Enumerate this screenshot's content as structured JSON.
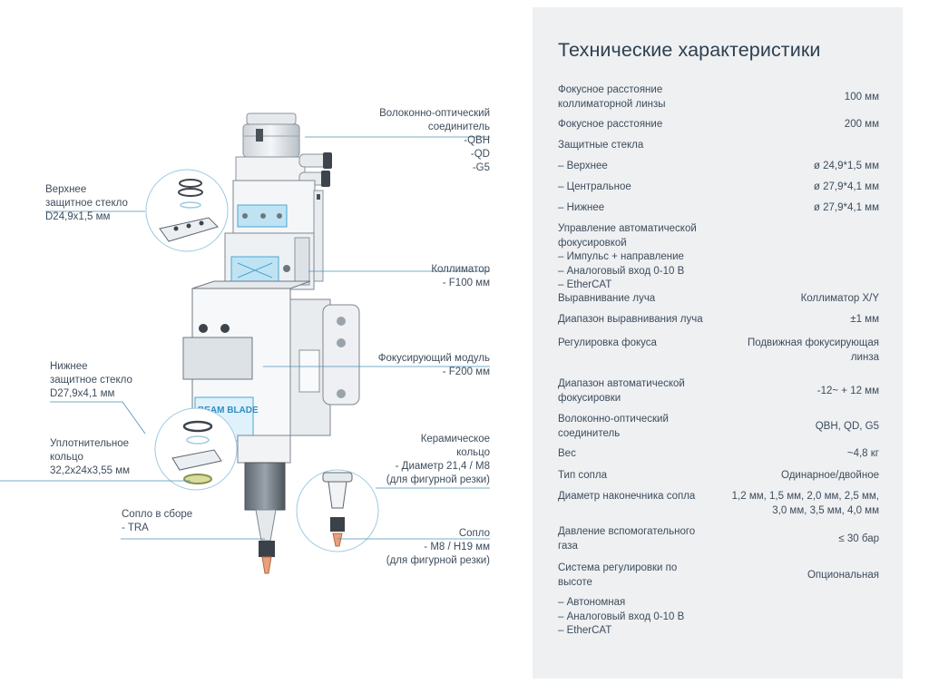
{
  "callouts": {
    "fiber_connector": [
      "Волоконно-оптический",
      "соединитель",
      "-QBH",
      "-QD",
      "-G5"
    ],
    "upper_glass": [
      "Верхнее",
      "защитное стекло",
      "D24,9x1,5 мм"
    ],
    "collimator": [
      "Коллиматор",
      "- F100 мм"
    ],
    "lower_glass": [
      "Нижнее",
      "защитное стекло",
      "D27,9x4,1 мм"
    ],
    "focus_module": [
      "Фокусирующий модуль",
      "- F200 мм"
    ],
    "seal_ring": [
      "Уплотнительное",
      "кольцо",
      "32,2x24x3,55 мм"
    ],
    "ceramic_ring": [
      "Керамическое",
      "кольцо",
      "- Диаметр 21,4 / M8",
      "(для фигурной резки)"
    ],
    "nozzle_assembly": [
      "Сопло в сборе",
      "- TRA"
    ],
    "nozzle": [
      "Сопло",
      "- M8 / H19 мм",
      "(для фигурной резки)"
    ]
  },
  "head_brand": "BEAM BLADE",
  "specs": {
    "title": "Технические характеристики",
    "rows": [
      {
        "name": [
          "Фокусное расстояние",
          "коллиматорной линзы"
        ],
        "value": [
          "100 мм"
        ]
      },
      {
        "name": [
          "Фокусное расстояние"
        ],
        "value": [
          "200 мм"
        ]
      },
      {
        "name": [
          "Защитные стекла"
        ],
        "value": []
      },
      {
        "name": [
          "– Верхнее"
        ],
        "value": [
          "ø 24,9*1,5 мм"
        ]
      },
      {
        "name": [
          "– Центральное"
        ],
        "value": [
          "ø 27,9*4,1 мм"
        ]
      },
      {
        "name": [
          "– Нижнее"
        ],
        "value": [
          "ø 27,9*4,1 мм"
        ]
      },
      {
        "name": [
          "Управление автоматической",
          "фокусировкой",
          "– Импульс + направление",
          "– Аналоговый вход 0-10 В",
          "– EtherCAT"
        ],
        "value": []
      },
      {
        "name": [
          "Выравнивание луча"
        ],
        "value": [
          "Коллиматор X/Y"
        ]
      },
      {
        "name": [
          "Диапазон выравнивания луча"
        ],
        "value": [
          "±1 мм"
        ]
      },
      {
        "name": [
          "Регулировка фокуса"
        ],
        "value": [
          "Подвижная фокусирующая",
          "линза"
        ]
      },
      {
        "name": [
          "Диапазон автоматической",
          "фокусировки"
        ],
        "value": [
          "-12~ + 12 мм"
        ]
      },
      {
        "name": [
          "Волоконно-оптический",
          "соединитель"
        ],
        "value": [
          "QBH, QD, G5"
        ]
      },
      {
        "name": [
          "Вес"
        ],
        "value": [
          "~4,8 кг"
        ]
      },
      {
        "name": [
          "Тип сопла"
        ],
        "value": [
          "Одинарное/двойное"
        ]
      },
      {
        "name": [
          "Диаметр наконечника сопла"
        ],
        "value": [
          "1,2 мм, 1,5 мм, 2,0 мм, 2,5 мм,",
          "3,0 мм, 3,5 мм, 4,0 мм"
        ]
      },
      {
        "name": [
          "Давление вспомогательного",
          "газа"
        ],
        "value": [
          "≤ 30 бар"
        ]
      },
      {
        "name": [
          "Система регулировки по",
          "высоте"
        ],
        "value": [
          "Опциональная"
        ]
      },
      {
        "name": [
          "– Автономная",
          "– Аналоговый вход 0-10 В",
          "– EtherCAT"
        ],
        "value": []
      }
    ]
  }
}
